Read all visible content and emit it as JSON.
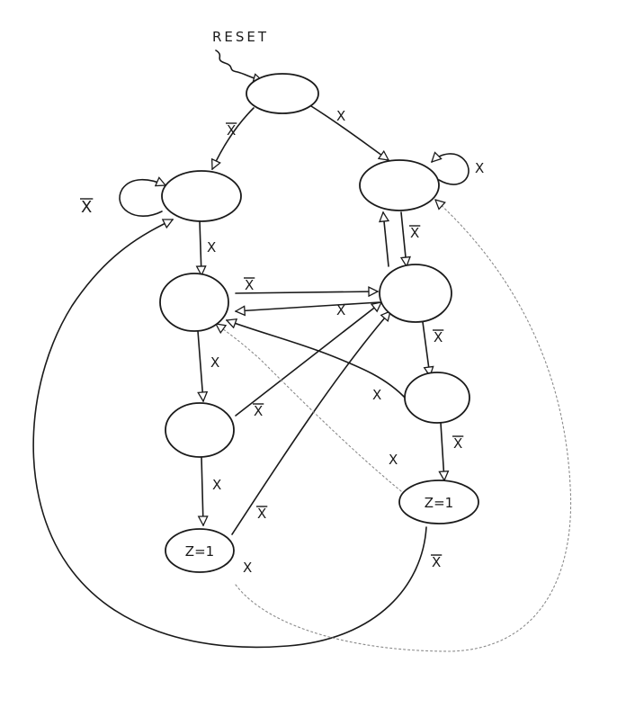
{
  "reset_label": "RESET",
  "edge_labels": {
    "e_init_left": "X",
    "e_init_right": "X",
    "e_selfloop_left": "X",
    "e_selfloop_right": "X",
    "e_l1_l2": "X",
    "e_r1_r2": "X",
    "e_l2_r2": "X",
    "e_r2_l2": "X",
    "e_l2_l3": "X",
    "e_r2_r3": "X",
    "e_l3_r2": "X",
    "e_r3_l2": "X",
    "e_l3_l4": "X",
    "e_r3_r4": "X",
    "e_l4_r2": "X",
    "e_l4_x": "X",
    "e_r4_l2": "X",
    "e_r4_x": "X"
  },
  "edge_bars": {
    "e_init_left": true,
    "e_init_right": false,
    "e_selfloop_left": true,
    "e_selfloop_right": false,
    "e_l1_l2": false,
    "e_r1_r2": true,
    "e_l2_r2": true,
    "e_r2_l2": false,
    "e_l2_l3": false,
    "e_r2_r3": true,
    "e_l3_r2": true,
    "e_r3_l2": false,
    "e_l3_l4": false,
    "e_r3_r4": true,
    "e_l4_r2": true,
    "e_l4_x": false,
    "e_r4_l2": false,
    "e_r4_x": true
  },
  "state_outputs": {
    "l4": "Z=1",
    "r4": "Z=1"
  }
}
